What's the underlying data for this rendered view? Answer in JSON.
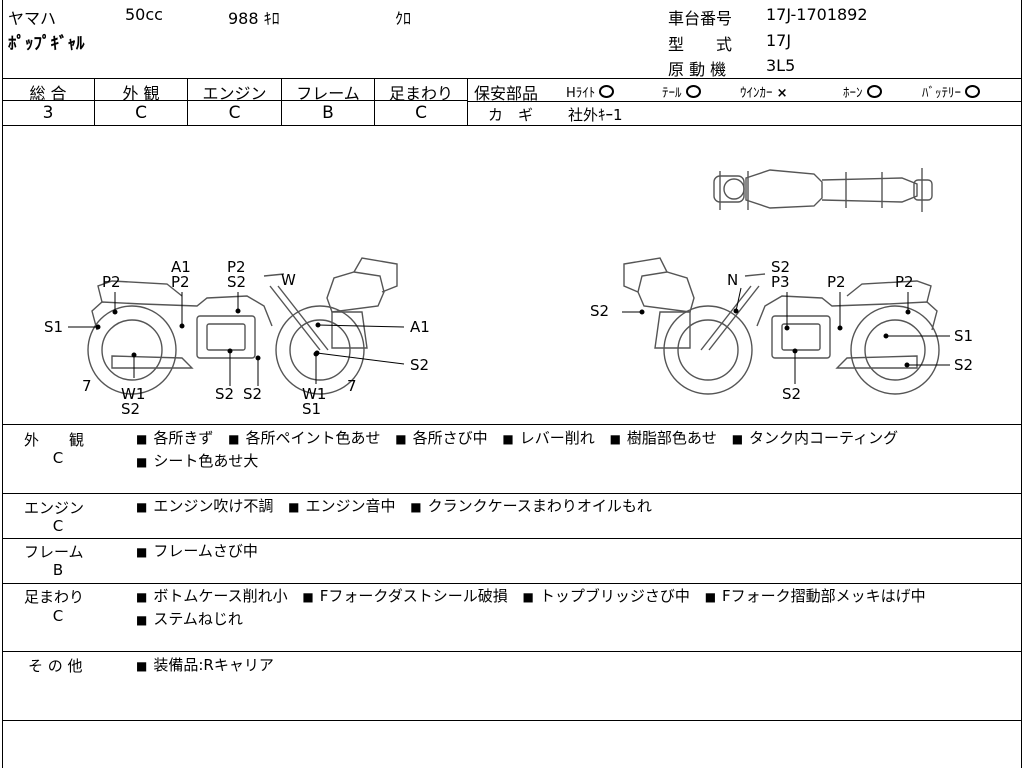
{
  "header": {
    "maker": "ヤマハ",
    "displacement": "50cc",
    "mileage": "988 ｷﾛ",
    "color": "ｸﾛ",
    "model_name": "ﾎﾟｯﾌﾟｷﾞｬﾙ",
    "frame_no_label": "車台番号",
    "frame_no": "17J-1701892",
    "type_label": "型　　式",
    "type_value": "17J",
    "engine_label": "原 動 機",
    "engine_value": "3L5"
  },
  "scores": [
    {
      "label": "総 合",
      "value": "3"
    },
    {
      "label": "外 観",
      "value": "C"
    },
    {
      "label": "エンジン",
      "value": "C"
    },
    {
      "label": "フレーム",
      "value": "B"
    },
    {
      "label": "足まわり",
      "value": "C"
    }
  ],
  "safety": {
    "label": "保安部品",
    "items": [
      {
        "name": "Hﾗｲﾄ",
        "status": "ok"
      },
      {
        "name": "ﾃｰﾙ",
        "status": "ok"
      },
      {
        "name": "ｳｲﾝｶｰ",
        "status": "x",
        "mark": "×"
      },
      {
        "name": "ﾎｰﾝ",
        "status": "ok"
      },
      {
        "name": "ﾊﾞｯﾃﾘｰ",
        "status": "ok"
      }
    ],
    "key_label": "カ　ギ",
    "key_value": "社外ｷｰ1"
  },
  "diagram": {
    "left_labels": [
      "P2",
      "S1",
      "A1",
      "P2",
      "P2",
      "S2",
      "W",
      "A1",
      "S2",
      "7",
      "W1",
      "S2",
      "S2",
      "S2",
      "W1",
      "S1",
      "7"
    ],
    "right_labels": [
      "N",
      "S2",
      "P3",
      "P2",
      "P2",
      "S2",
      "S1",
      "S2",
      "S2"
    ]
  },
  "remarks": [
    {
      "title": "外　　観",
      "grade": "C",
      "items": [
        "各所きず",
        "各所ペイント色あせ",
        "各所さび中",
        "レバー削れ",
        "樹脂部色あせ",
        "タンク内コーティング",
        "シート色あせ大"
      ]
    },
    {
      "title": "エンジン",
      "grade": "C",
      "items": [
        "エンジン吹け不調",
        "エンジン音中",
        "クランクケースまわりオイルもれ"
      ]
    },
    {
      "title": "フレーム",
      "grade": "B",
      "items": [
        "フレームさび中"
      ]
    },
    {
      "title": "足まわり",
      "grade": "C",
      "items": [
        "ボトムケース削れ小",
        "Fフォークダストシール破損",
        "トップブリッジさび中",
        "Fフォーク摺動部メッキはげ中",
        "ステムねじれ"
      ]
    },
    {
      "title": "そ の 他",
      "grade": "",
      "items": [
        "装備品:Rキャリア"
      ]
    }
  ],
  "bullet": "■"
}
